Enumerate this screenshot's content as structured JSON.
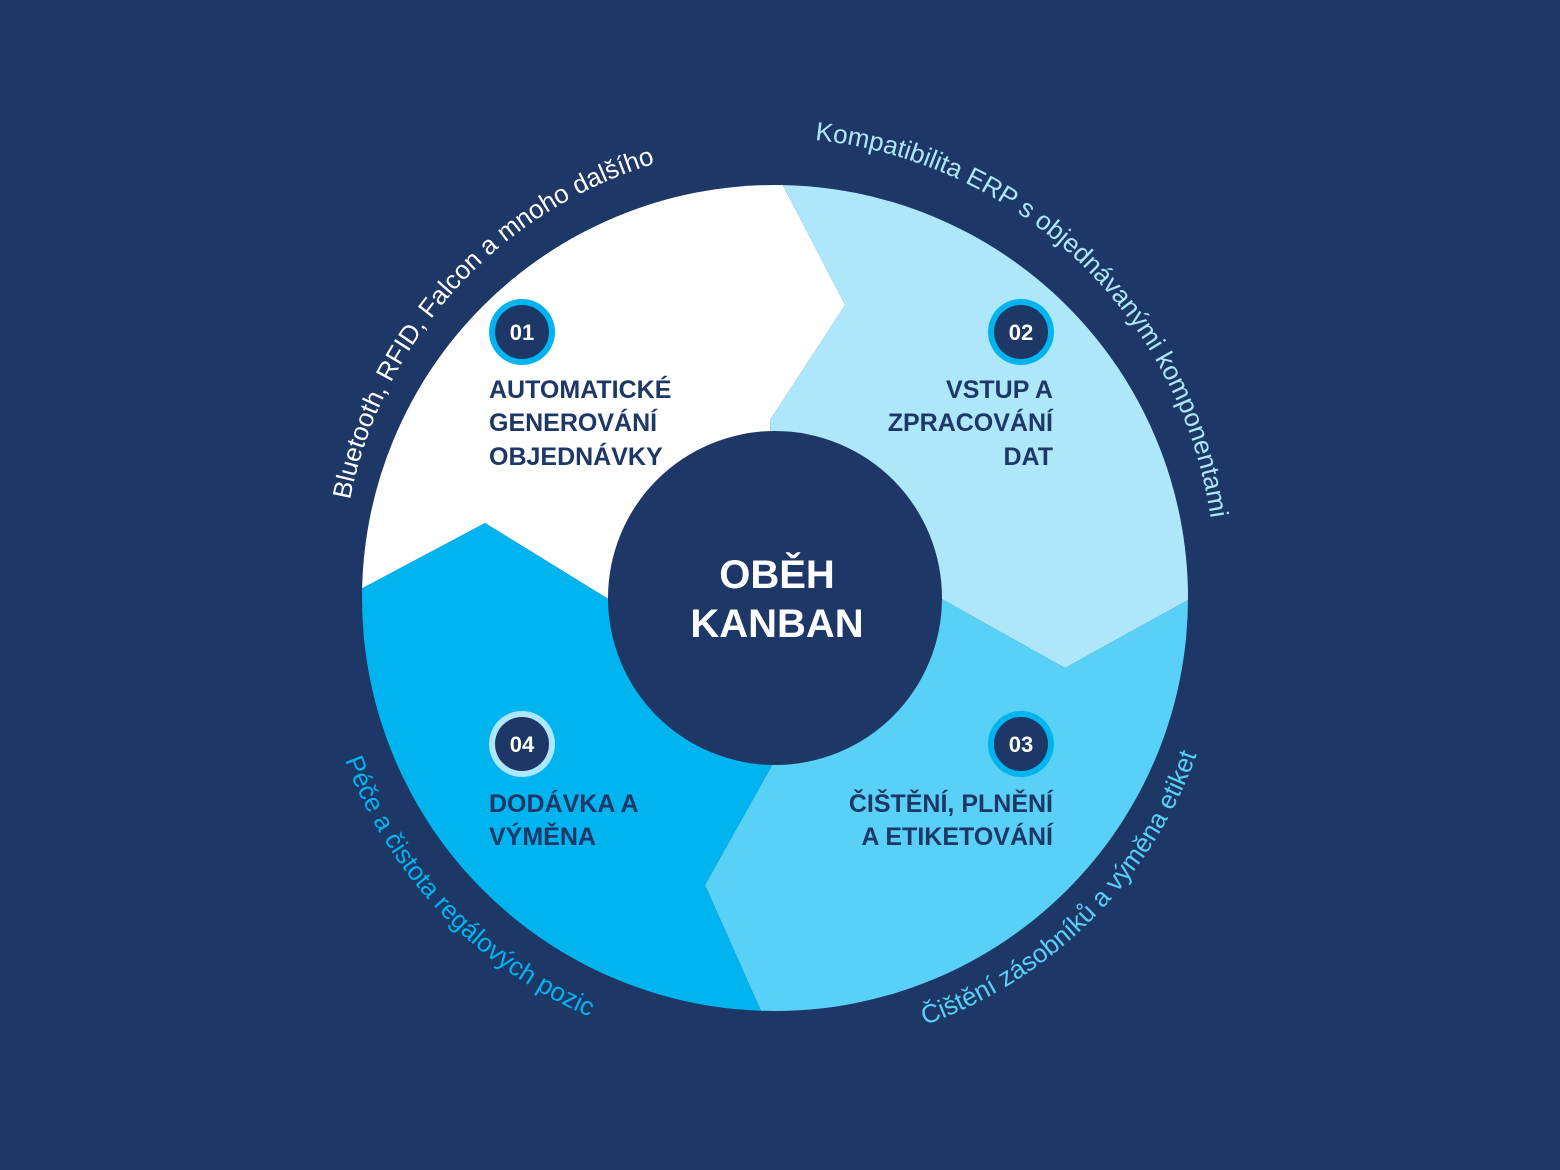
{
  "center": {
    "line1": "OBĚH",
    "line2": "KANBAN"
  },
  "colors": {
    "background": "#1d3766",
    "segment_1": "#ffffff",
    "segment_2": "#aee7fa",
    "segment_3": "#59d0f6",
    "segment_4": "#00b4ef",
    "dark": "#1d3766",
    "outer_text_1": "#ffffff",
    "outer_text_2": "#aee7fa",
    "outer_text_3": "#59d0f6",
    "outer_text_4": "#00b4ef"
  },
  "steps": [
    {
      "number": "01",
      "lines": [
        "AUTOMATICKÉ",
        "GENEROVÁNÍ",
        "OBJEDNÁVKY"
      ]
    },
    {
      "number": "02",
      "lines": [
        "VSTUP A",
        "ZPRACOVÁNÍ",
        "DAT"
      ]
    },
    {
      "number": "03",
      "lines": [
        "ČIŠTĚNÍ, PLNĚNÍ",
        "A ETIKETOVÁNÍ"
      ]
    },
    {
      "number": "04",
      "lines": [
        "DODÁVKA A",
        "VÝMĚNA"
      ]
    }
  ],
  "outer_labels": {
    "top_left": "Bluetooth, RFID, Falcon a mnoho dalšího",
    "top_right": "Kompatibilita ERP s objednávanými komponentami",
    "bottom_right": "Čištění zásobníků a výměna etiket",
    "bottom_left": "Péče a čistota regálových pozic"
  }
}
